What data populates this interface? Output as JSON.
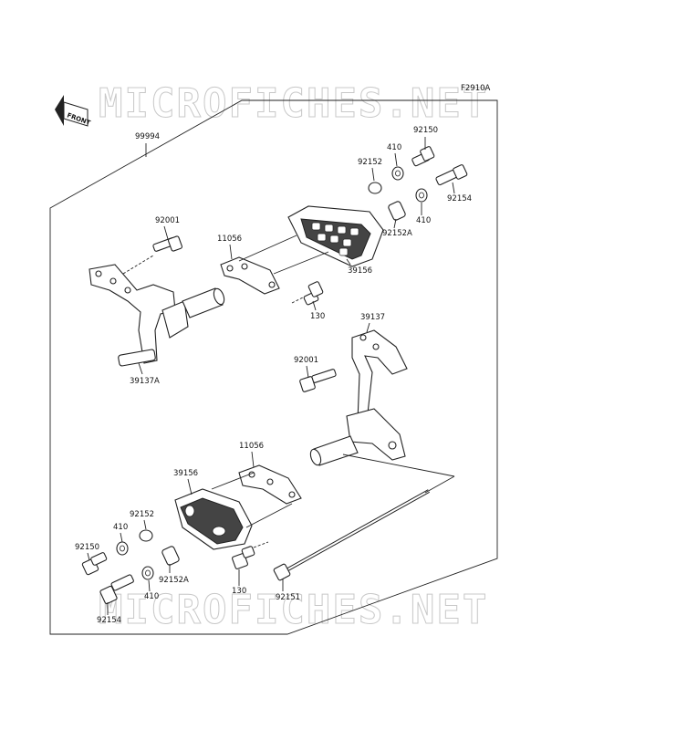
{
  "diagram": {
    "code": "F2910A",
    "front_label": "FRONT",
    "watermark": "MICROFICHES.NET"
  },
  "labels": [
    {
      "id": "l99994",
      "text": "99994"
    },
    {
      "id": "l92150a",
      "text": "92150"
    },
    {
      "id": "l410a",
      "text": "410"
    },
    {
      "id": "l92152a",
      "text": "92152"
    },
    {
      "id": "l92154a",
      "text": "92154"
    },
    {
      "id": "l410b",
      "text": "410"
    },
    {
      "id": "l92152Aa",
      "text": "92152A"
    },
    {
      "id": "l92001a",
      "text": "92001"
    },
    {
      "id": "l11056a",
      "text": "11056"
    },
    {
      "id": "l39156a",
      "text": "39156"
    },
    {
      "id": "l130a",
      "text": "130"
    },
    {
      "id": "l39137A",
      "text": "39137A"
    },
    {
      "id": "l39137",
      "text": "39137"
    },
    {
      "id": "l92001b",
      "text": "92001"
    },
    {
      "id": "l11056b",
      "text": "11056"
    },
    {
      "id": "l39156b",
      "text": "39156"
    },
    {
      "id": "l92152b",
      "text": "92152"
    },
    {
      "id": "l410c",
      "text": "410"
    },
    {
      "id": "l92150b",
      "text": "92150"
    },
    {
      "id": "l92152Ab",
      "text": "92152A"
    },
    {
      "id": "l130b",
      "text": "130"
    },
    {
      "id": "l410d",
      "text": "410"
    },
    {
      "id": "l92154b",
      "text": "92154"
    },
    {
      "id": "l92151",
      "text": "92151"
    }
  ]
}
